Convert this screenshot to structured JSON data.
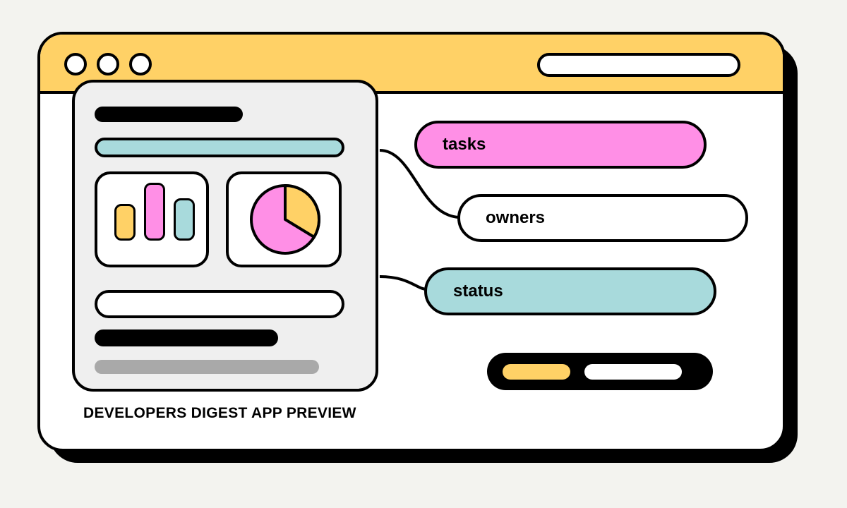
{
  "window": {
    "title_dots": 3,
    "colors": {
      "titlebar": "#ffd166",
      "pink": "#ff8fe6",
      "teal": "#a8dadc",
      "yellow": "#ffd166",
      "outline": "#000000"
    }
  },
  "preview": {
    "charts": [
      {
        "type": "bar",
        "values": [
          2,
          3,
          2
        ],
        "colors": [
          "#ffd166",
          "#ff8fe6",
          "#a8dadc"
        ]
      },
      {
        "type": "pie",
        "slices": [
          {
            "share": 0.35,
            "color": "#ffd166"
          },
          {
            "share": 0.65,
            "color": "#ff8fe6"
          }
        ]
      }
    ]
  },
  "tags": {
    "tasks": "tasks",
    "owners": "owners",
    "status": "status"
  },
  "caption": "DEVELOPERS DIGEST APP PREVIEW"
}
